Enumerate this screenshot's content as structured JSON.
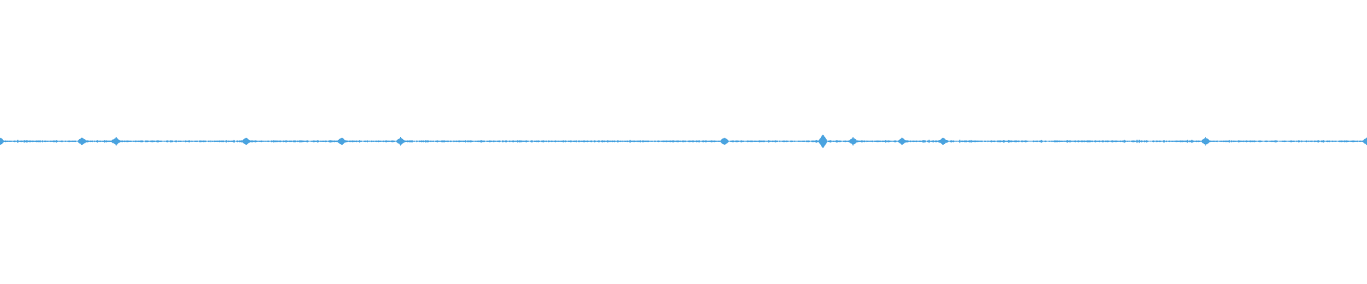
{
  "waveform": {
    "color": "#4aa3df",
    "background": "#ffffff",
    "style": "audio-waveform-mirrored",
    "peak_positions": [
      0.0,
      0.06,
      0.085,
      0.18,
      0.25,
      0.293,
      0.53,
      0.602,
      0.624,
      0.66,
      0.69,
      0.882,
      1.0
    ]
  }
}
